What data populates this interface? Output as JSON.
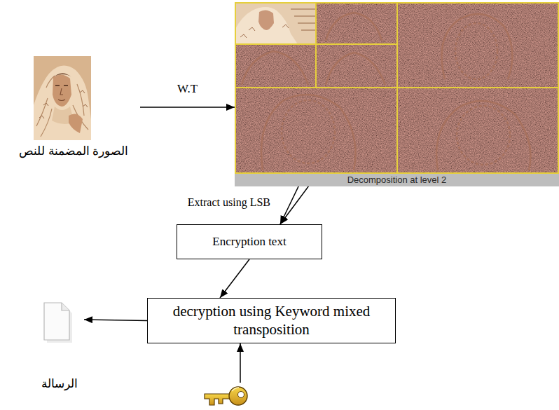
{
  "diagram": {
    "nodes": [
      {
        "text": [
          "الصورة المضمنة للنص"
        ]
      },
      {
        "text": [
          "Decomposition at level 2"
        ]
      },
      {
        "text": [
          "Encryption text"
        ]
      },
      {
        "text": [
          "decryption using Keyword mixed transposition"
        ]
      },
      {
        "text": [
          "الرسالة"
        ]
      }
    ],
    "edges": [
      {
        "from": 0,
        "to": 1,
        "arrow": "to",
        "label": "W.T"
      },
      {
        "from": 1,
        "to": 2,
        "arrow": "to",
        "label": "Extract using LSB"
      },
      {
        "from": 1,
        "to": 2,
        "arrow": "to"
      },
      {
        "from": 2,
        "to": 3,
        "arrow": "to"
      },
      {
        "from": 3,
        "to": 4,
        "arrow": "to"
      }
    ]
  }
}
